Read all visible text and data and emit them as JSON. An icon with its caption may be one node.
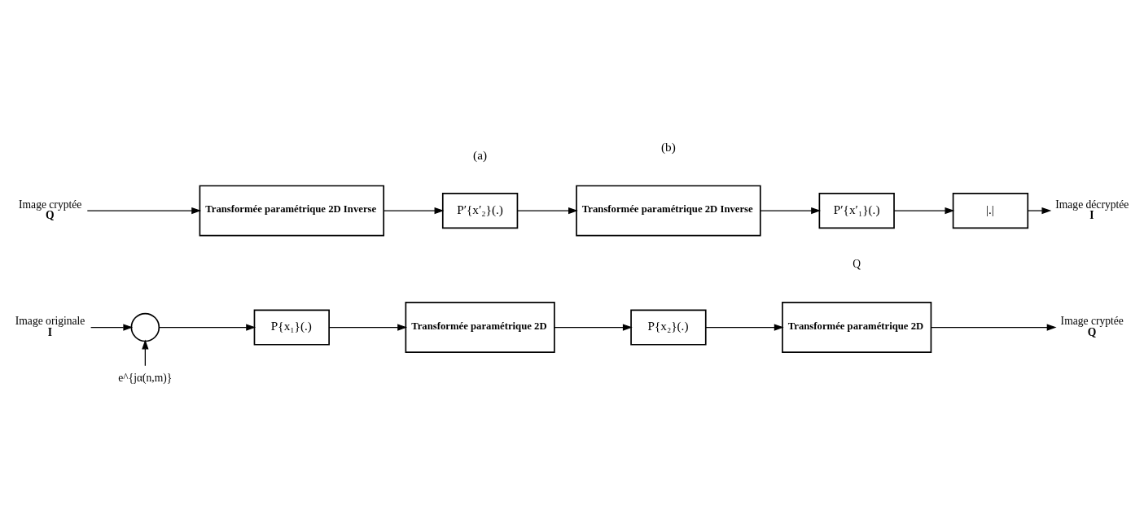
{
  "diagram": {
    "nodes": [
      {
        "text": [
          "Image originale",
          "I"
        ]
      },
      {
        "text": [],
        "shape": "circle"
      },
      {
        "text": [
          "e^{jα(n,m)}"
        ]
      },
      {
        "text": [
          "P{x₁}(.)"
        ]
      },
      {
        "text": [
          "Transformée paramétrique 2D"
        ]
      },
      {
        "text": [
          "P{x₂}(.)"
        ]
      },
      {
        "text": [
          "Transformée paramétrique 2D"
        ],
        "beside": [
          "Q"
        ]
      },
      {
        "text": [
          "Image cryptée",
          "Q"
        ]
      },
      {
        "text": [
          "Image cryptée",
          "Q"
        ]
      },
      {
        "text": [
          "Transformée paramétrique 2D Inverse"
        ]
      },
      {
        "text": [
          "P′{x′₂}(.)"
        ]
      },
      {
        "text": [
          "Transformée paramétrique 2D Inverse"
        ]
      },
      {
        "text": [
          "P′{x′₁}(.)"
        ]
      },
      {
        "text": [
          "|.|"
        ]
      },
      {
        "text": [
          "Image décryptée",
          "I"
        ]
      }
    ],
    "edges": [
      {
        "from": 0,
        "to": 1,
        "arrow": "to"
      },
      {
        "from": 2,
        "to": 1,
        "arrow": "to"
      },
      {
        "from": 1,
        "to": 3,
        "arrow": "to"
      },
      {
        "from": 3,
        "to": 4,
        "arrow": "to"
      },
      {
        "from": 4,
        "to": 5,
        "arrow": "to"
      },
      {
        "from": 5,
        "to": 6,
        "arrow": "to"
      },
      {
        "from": 6,
        "to": 7,
        "arrow": "to"
      },
      {
        "from": 8,
        "to": 9,
        "arrow": "to"
      },
      {
        "from": 9,
        "to": 10,
        "arrow": "to"
      },
      {
        "from": 10,
        "to": 11,
        "arrow": "to"
      },
      {
        "from": 11,
        "to": 12,
        "arrow": "to"
      },
      {
        "from": 12,
        "to": 13,
        "arrow": "to"
      },
      {
        "from": 13,
        "to": 14,
        "arrow": "to"
      }
    ],
    "labels": [
      "(a)",
      "(b)"
    ]
  }
}
